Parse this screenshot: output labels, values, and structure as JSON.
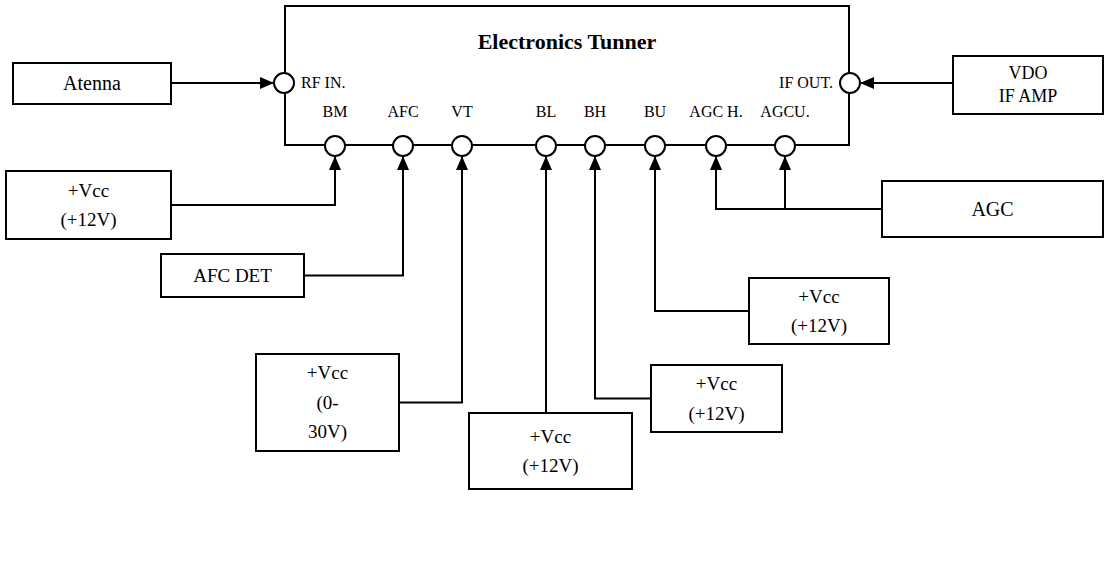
{
  "diagram": {
    "nodes": [
      {
        "text": [
          "Electronics Tunner"
        ]
      },
      {
        "text": [
          "RF IN."
        ],
        "in": 0
      },
      {
        "text": [
          "IF OUT."
        ],
        "in": 0
      },
      {
        "text": [
          "BM"
        ],
        "in": 0
      },
      {
        "text": [
          "AFC"
        ],
        "in": 0
      },
      {
        "text": [
          "VT"
        ],
        "in": 0
      },
      {
        "text": [
          "BL"
        ],
        "in": 0
      },
      {
        "text": [
          "BH"
        ],
        "in": 0
      },
      {
        "text": [
          "BU"
        ],
        "in": 0
      },
      {
        "text": [
          "AGC H."
        ],
        "in": 0
      },
      {
        "text": [
          "AGCU."
        ],
        "in": 0
      },
      {
        "text": [
          "Atenna"
        ]
      },
      {
        "text": [
          "VDO",
          "IF AMP"
        ]
      },
      {
        "text": [
          "+Vcc (+12V)"
        ]
      },
      {
        "text": [
          "AFC DET"
        ]
      },
      {
        "text": [
          "AGC"
        ]
      },
      {
        "text": [
          "+Vcc (+12V)"
        ]
      },
      {
        "text": [
          "+Vcc (0-30V)"
        ]
      },
      {
        "text": [
          "+Vcc (+12V)"
        ]
      },
      {
        "text": [
          "+Vcc (+12V)"
        ]
      }
    ],
    "edges": [
      {
        "from": 11,
        "to": 1,
        "arrow": "to"
      },
      {
        "from": 12,
        "to": 2,
        "arrow": "to"
      },
      {
        "from": 13,
        "to": 3,
        "arrow": "to"
      },
      {
        "from": 14,
        "to": 4,
        "arrow": "to"
      },
      {
        "from": 17,
        "to": 5,
        "arrow": "to"
      },
      {
        "from": 19,
        "to": 6,
        "arrow": "to"
      },
      {
        "from": 18,
        "to": 7,
        "arrow": "to"
      },
      {
        "from": 16,
        "to": 8,
        "arrow": "to"
      },
      {
        "from": 15,
        "to": 9,
        "arrow": "to"
      },
      {
        "from": 15,
        "to": 10,
        "arrow": "to"
      }
    ]
  }
}
